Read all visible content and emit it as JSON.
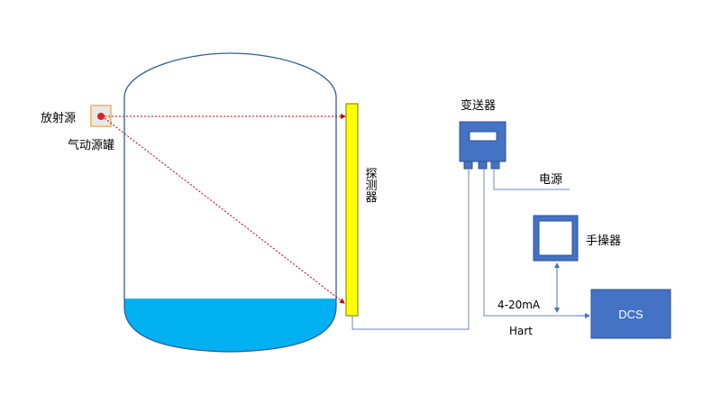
{
  "labels": {
    "source": "放射源",
    "source_tank": "气动源罐",
    "detector": "探测器",
    "transmitter": "变送器",
    "power": "电源",
    "handheld": "手操器",
    "current": "4-20mA",
    "protocol": "Hart",
    "dcs": "DCS"
  },
  "colors": {
    "vessel_outline": "#2f5f9e",
    "liquid": "#00b0f0",
    "detector_fill": "#ffff00",
    "detector_border": "#7a7a00",
    "source_box": "#f4c27a",
    "source_dot": "#e02020",
    "beam": "#c00000",
    "device_blue": "#4472c4",
    "device_border": "#2f528f",
    "wire": "#6b87b8"
  }
}
